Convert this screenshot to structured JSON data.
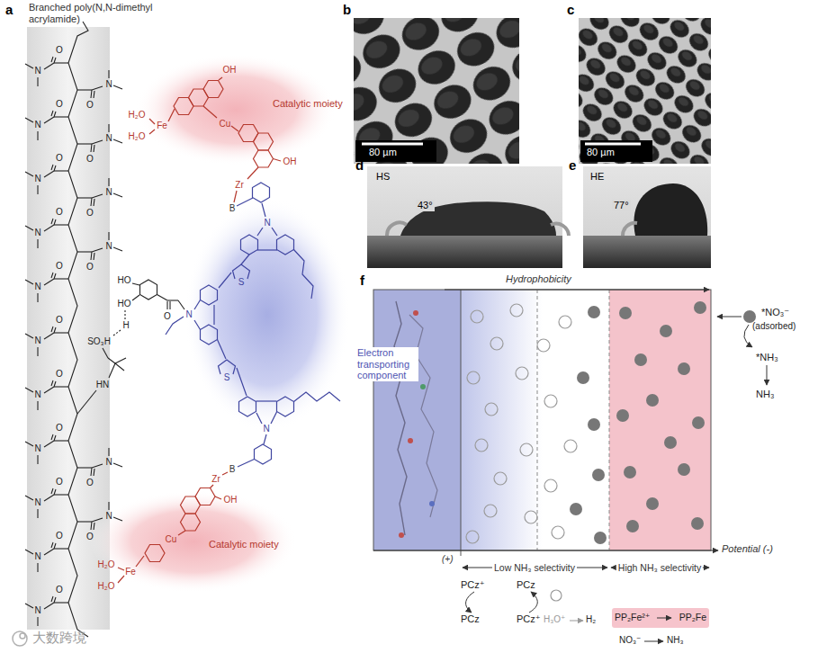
{
  "diagram": {
    "nodes": [
      {
        "text": [
          "Branched poly(N,N-dimethyl acrylamide)"
        ]
      },
      {
        "text": [
          "Catalytic moiety"
        ]
      },
      {
        "text": [
          "Electron transporting component"
        ]
      },
      {
        "text": [
          "Catalytic moiety"
        ]
      },
      {
        "text": [
          "PP₂Fe²⁺",
          "PP₂Fe"
        ]
      }
    ],
    "labels": [
      "a",
      "b",
      "c",
      "d",
      "e",
      "f",
      "80 µm",
      "80 µm",
      "HS",
      "43°",
      "HE",
      "77°",
      "Hydrophobicity",
      "*NO₃⁻",
      "(adsorbed)",
      "*NH₃",
      "NH₃",
      "Low NH₃ selectivity",
      "High NH₃ selectivity",
      "Potential (-)",
      "(+)",
      "PCz⁺",
      "PCz",
      "PCz",
      "PCz⁺",
      "H₃O⁺",
      "H₂",
      "NO₃⁻",
      "NH₃",
      "大数跨境",
      "H₂O",
      "H₂O",
      "Fe",
      "Cu",
      "OH",
      "OH",
      "Zr",
      "B",
      "HO",
      "HO",
      "H",
      "SO₃H",
      "HN",
      "O",
      "N",
      "S",
      "N",
      "S",
      "N",
      "B",
      "Zr",
      "Cu",
      "Fe",
      "H₂O",
      "H₂O",
      "OH",
      "N",
      "O",
      "N",
      "O",
      "N",
      "O",
      "N",
      "O",
      "N",
      "O",
      "N",
      "O",
      "N",
      "O",
      "N",
      "O",
      "N",
      "O",
      "N",
      "O",
      "N",
      "O",
      "N",
      "O",
      "N",
      "O",
      "N",
      "O",
      "N",
      "O",
      "N",
      "O",
      "N",
      "O"
    ]
  }
}
